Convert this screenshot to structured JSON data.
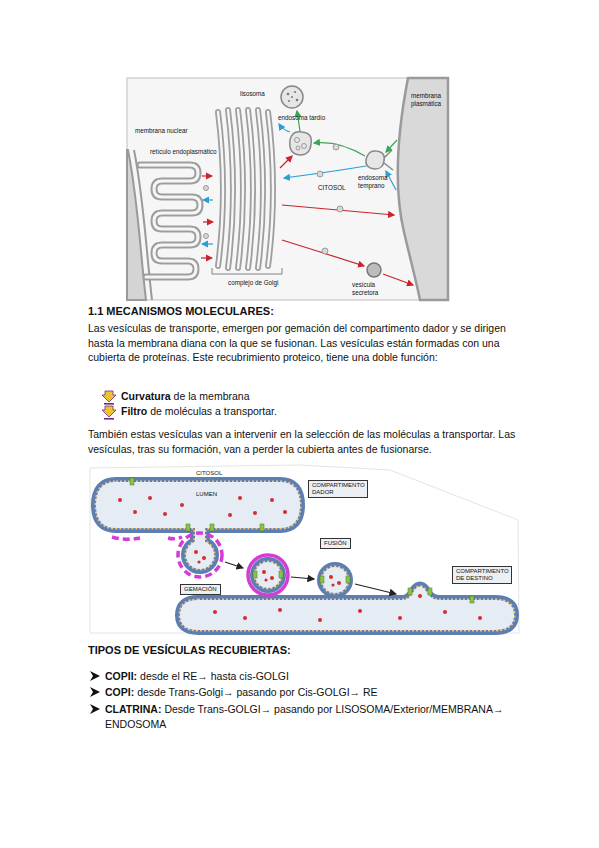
{
  "diagram": {
    "title": "1.1 MECANISMOS MOLECULARES:",
    "nodes": [
      {
        "text": [
          "COMPARTIMENTO DADOR"
        ]
      },
      {
        "text": [
          "FUSIÓN"
        ]
      },
      {
        "text": [
          "COMPARTIMENTO DE DESTINO"
        ]
      },
      {
        "text": [
          "GEMACIÓN"
        ]
      }
    ],
    "labels": [
      "lisosoma",
      "endosoma tardío",
      "membrana plasmática",
      "membrana nuclear",
      "retículo endoplasmático",
      "endosoma temprano",
      "CITOSOL",
      "complejo de Golgi",
      "vesícula secretora",
      "Las vesículas de transporte, emergen por gemación del compartimento dador y se dirigen hasta la membrana diana con la que se fusionan. Las vesículas están formadas con una cubierta de proteínas. Este recubrimiento proteico, tiene una doble función:",
      "Curvatura",
      "de la membrana",
      "Filtro",
      "de moléculas a transportar.",
      "También estas vesículas van a intervenir en la selección de las moléculas a transportar. Las vesículas, tras su formación, van a perder la cubierta antes de fusionarse.",
      "CITOSOL",
      "LUMEN",
      "TIPOS DE VESÍCULAS RECUBIERTAS:",
      "COPII:",
      "desde el RE→ hasta cis-GOLGI",
      "COPI:",
      "desde Trans-Golgi→ pasando por Cis-GOLGI→ RE",
      "CLATRINA:",
      "Desde Trans-GOLGI→ pasando por LISOSOMA/Exterior/MEMBRANA→ ENDOSOMA"
    ]
  }
}
